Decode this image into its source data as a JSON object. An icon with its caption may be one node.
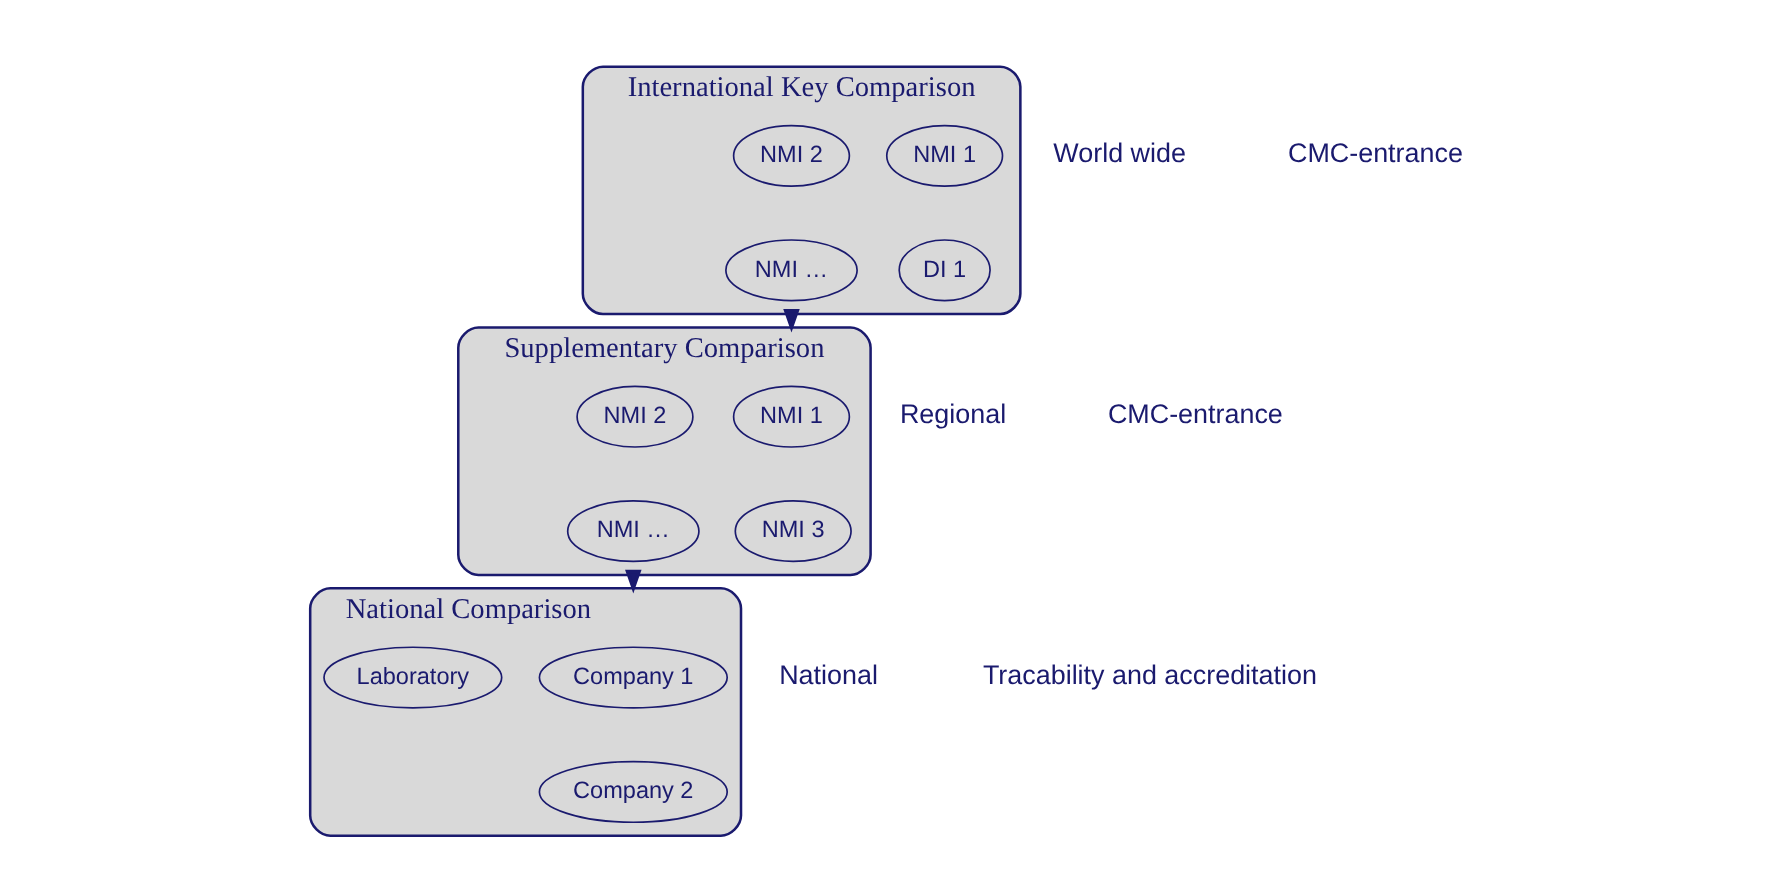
{
  "diagram": {
    "nodes": [
      {
        "text": [
          "International Key Comparison"
        ],
        "beside": [
          "World wide",
          "CMC-entrance"
        ]
      },
      {
        "text": [
          "NMI 1"
        ],
        "in": 0
      },
      {
        "text": [
          "NMI 2"
        ],
        "in": 0
      },
      {
        "text": [
          "DI 1"
        ],
        "in": 0
      },
      {
        "text": [
          "NMI …"
        ],
        "in": 0
      },
      {
        "text": [
          "Supplementary Comparison"
        ],
        "beside": [
          "Regional",
          "CMC-entrance"
        ]
      },
      {
        "text": [
          "NMI 1"
        ],
        "in": 5
      },
      {
        "text": [
          "NMI 2"
        ],
        "in": 5
      },
      {
        "text": [
          "NMI 3"
        ],
        "in": 5
      },
      {
        "text": [
          "NMI …"
        ],
        "in": 5
      },
      {
        "text": [
          "National Comparison"
        ],
        "beside": [
          "National",
          "Tracability and accreditation"
        ]
      },
      {
        "text": [
          "Company 1"
        ],
        "in": 10
      },
      {
        "text": [
          "Laboratory"
        ],
        "in": 10
      },
      {
        "text": [
          "Company 2"
        ],
        "in": 10
      }
    ],
    "edges": [
      {
        "from": 0,
        "to": 5,
        "arrow": "to"
      },
      {
        "from": 5,
        "to": 10,
        "arrow": "to"
      }
    ]
  }
}
